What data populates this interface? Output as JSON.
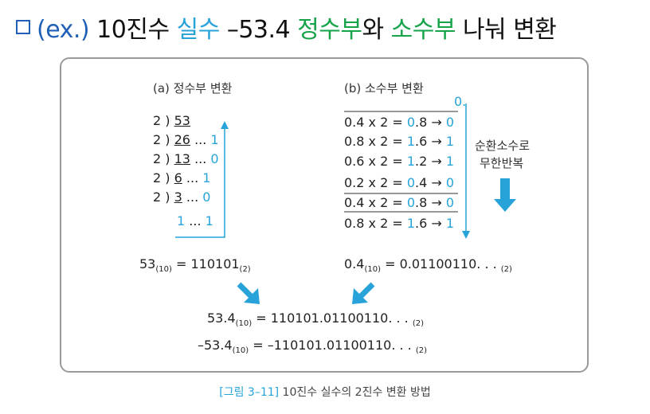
{
  "title": {
    "bullet": "",
    "ex": "(ex.)",
    "t1": " 10진수 ",
    "real": "실수",
    "num": " –53.4 ",
    "intpart": "정수부",
    "wa": "와 ",
    "fracpart": "소수부",
    "rest": " 나눠 변환"
  },
  "left": {
    "heading": "(a) 정수부 변환",
    "rows": [
      {
        "d": "2",
        "q": "53",
        "r": ""
      },
      {
        "d": "2",
        "q": "26",
        "r": "1"
      },
      {
        "d": "2",
        "q": "13",
        "r": "0"
      },
      {
        "d": "2",
        "q": " 6",
        "r": "1"
      },
      {
        "d": "2",
        "q": " 3",
        "r": "0"
      },
      {
        "d": "",
        "q": "1",
        "r": "1"
      }
    ],
    "dots": "...",
    "result_a": "53",
    "result_a_sub": "(10)",
    "result_b": " = 110101",
    "result_b_sub": "(2)"
  },
  "right": {
    "heading": "(b) 소수부 변환",
    "top_zero": "0.",
    "rows": [
      {
        "a": "0.4 x 2 = ",
        "b": "0",
        "c": ".8 → ",
        "d": "0"
      },
      {
        "a": "0.8 x 2 = ",
        "b": "1",
        "c": ".6 → ",
        "d": "1"
      },
      {
        "a": "0.6 x 2 = ",
        "b": "1",
        "c": ".2 → ",
        "d": "1"
      },
      {
        "a": "0.2 x 2 = ",
        "b": "0",
        "c": ".4 → ",
        "d": "0"
      },
      {
        "a": "0.4 x 2 = ",
        "b": "0",
        "c": ".8 → ",
        "d": "0"
      },
      {
        "a": "0.8 x 2 = ",
        "b": "1",
        "c": ".6 → ",
        "d": "1"
      }
    ],
    "note1": "순환소수로",
    "note2": "무한반복",
    "result_a": "0.4",
    "result_a_sub": "(10)",
    "result_b": " = 0.01100110. . . ",
    "result_b_sub": "(2)"
  },
  "final": {
    "l1a": "53.4",
    "l1sub": "(10)",
    "l1b": " = 110101.01100110. . . ",
    "l1sub2": "(2)",
    "l2a": "–53.4",
    "l2sub": "(10)",
    "l2b": " = –110101.01100110. . . ",
    "l2sub2": "(2)"
  },
  "caption": {
    "label": "[그림 3–11]",
    "text": " 10진수 실수의 2진수 변환 방법"
  },
  "colors": {
    "accent": "#27a3d9",
    "green": "#16a34a",
    "blue": "#1f5fb5"
  }
}
